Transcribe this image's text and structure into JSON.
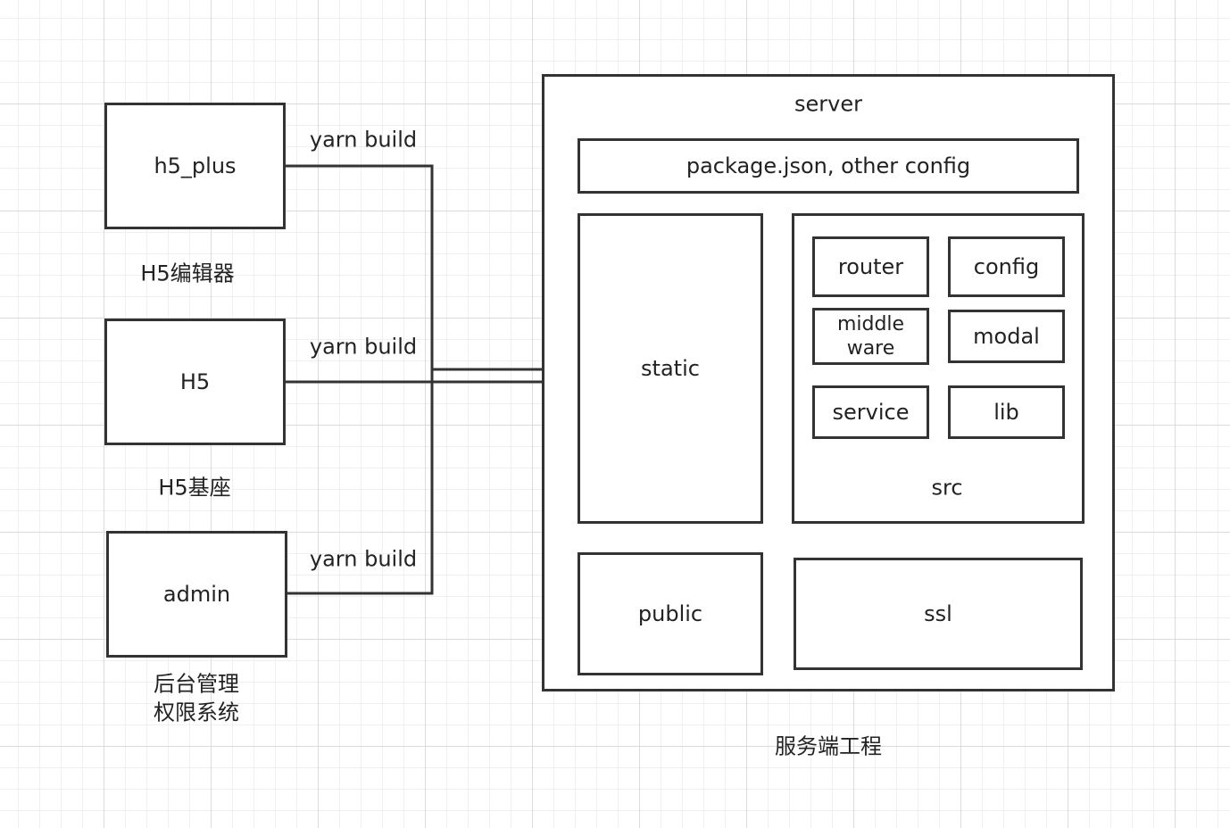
{
  "sources": {
    "h5_plus": {
      "label": "h5_plus",
      "caption": "H5编辑器",
      "edge": "yarn build"
    },
    "h5": {
      "label": "H5",
      "caption": "H5基座",
      "edge": "yarn build"
    },
    "admin": {
      "label": "admin",
      "caption_line1": "后台管理",
      "caption_line2": "权限系统",
      "edge": "yarn build"
    }
  },
  "server": {
    "title": "server",
    "config": "package.json, other config",
    "static": "static",
    "src": {
      "label": "src",
      "router": "router",
      "config": "config",
      "middleware_line1": "middle",
      "middleware_line2": "ware",
      "modal": "modal",
      "service": "service",
      "lib": "lib"
    },
    "public": "public",
    "ssl": "ssl",
    "caption": "服务端工程"
  }
}
